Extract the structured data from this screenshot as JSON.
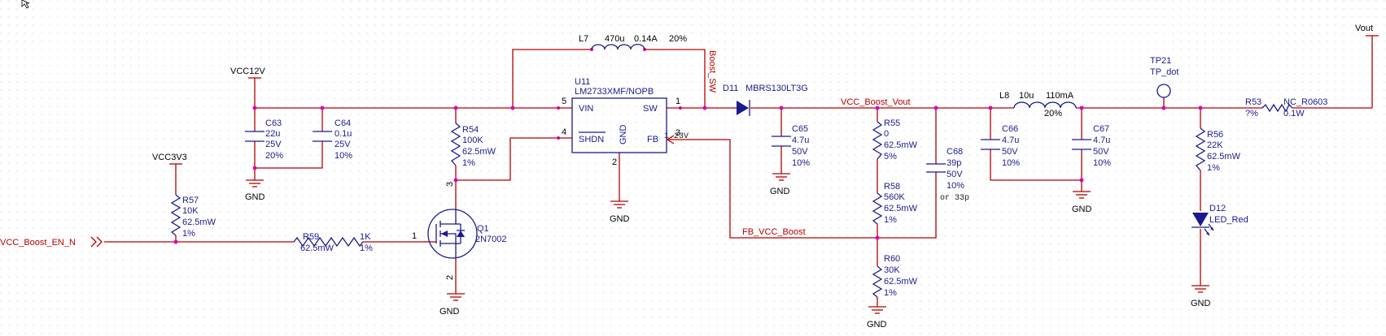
{
  "nets": {
    "vcc12v": "VCC12V",
    "vcc3v3": "VCC3V3",
    "en": "VCC_Boost_EN_N",
    "boost_sw": "Boost_SW",
    "boost_vout": "VCC_Boost_Vout",
    "fb": "FB_VCC_Boost",
    "vout": "Vout",
    "gnd": "GND",
    "fb_voltage": "1.23V"
  },
  "parts": {
    "L7": {
      "ref": "L7",
      "value": "470u",
      "current": "0.14A",
      "tol": "20%"
    },
    "U11": {
      "ref": "U11",
      "part": "LM2733XMF/NOPB",
      "pin_vin": "VIN",
      "pin_sw": "SW",
      "pin_shdn": "SHDN",
      "pin_gnd": "GND",
      "pin_fb": "FB",
      "n_vin": "5",
      "n_sw": "1",
      "n_shdn": "4",
      "n_fb": "3",
      "n_gnd": "2"
    },
    "D11": {
      "ref": "D11",
      "part": "MBRS130LT3G"
    },
    "C63": {
      "ref": "C63",
      "value": "22u",
      "v": "25V",
      "tol": "20%"
    },
    "C64": {
      "ref": "C64",
      "value": "0.1u",
      "v": "25V",
      "tol": "10%"
    },
    "R54": {
      "ref": "R54",
      "value": "100K",
      "p": "62.5mW",
      "tol": "1%"
    },
    "R57": {
      "ref": "R57",
      "value": "10K",
      "p": "62.5mW",
      "tol": "1%"
    },
    "R59": {
      "ref": "R59",
      "value": "1K",
      "p": "62.5mW",
      "tol": "1%"
    },
    "Q1": {
      "ref": "Q1",
      "part": "2N7002",
      "n_g": "1",
      "n_d": "3",
      "n_s": "2"
    },
    "C65": {
      "ref": "C65",
      "value": "4.7u",
      "v": "50V",
      "tol": "10%"
    },
    "R55": {
      "ref": "R55",
      "value": "0",
      "p": "62.5mW",
      "tol": "5%"
    },
    "R58": {
      "ref": "R58",
      "value": "560K",
      "p": "62.5mW",
      "tol": "1%"
    },
    "R60": {
      "ref": "R60",
      "value": "30K",
      "p": "62.5mW",
      "tol": "1%"
    },
    "C68": {
      "ref": "C68",
      "value": "39p",
      "v": "50V",
      "tol": "10%",
      "note": "or 33p"
    },
    "L8": {
      "ref": "L8",
      "value": "10u",
      "current": "110mA",
      "tol": "20%"
    },
    "C66": {
      "ref": "C66",
      "value": "4.7u",
      "v": "50V",
      "tol": "10%"
    },
    "C67": {
      "ref": "C67",
      "value": "4.7u",
      "v": "50V",
      "tol": "10%"
    },
    "TP21": {
      "ref": "TP21",
      "part": "TP_dot"
    },
    "R53": {
      "ref": "R53",
      "value": "?%",
      "part": "NC_R0603",
      "p": "0.1W"
    },
    "R56": {
      "ref": "R56",
      "value": "22K",
      "p": "62.5mW",
      "tol": "1%"
    },
    "D12": {
      "ref": "D12",
      "part": "LED_Red"
    }
  }
}
